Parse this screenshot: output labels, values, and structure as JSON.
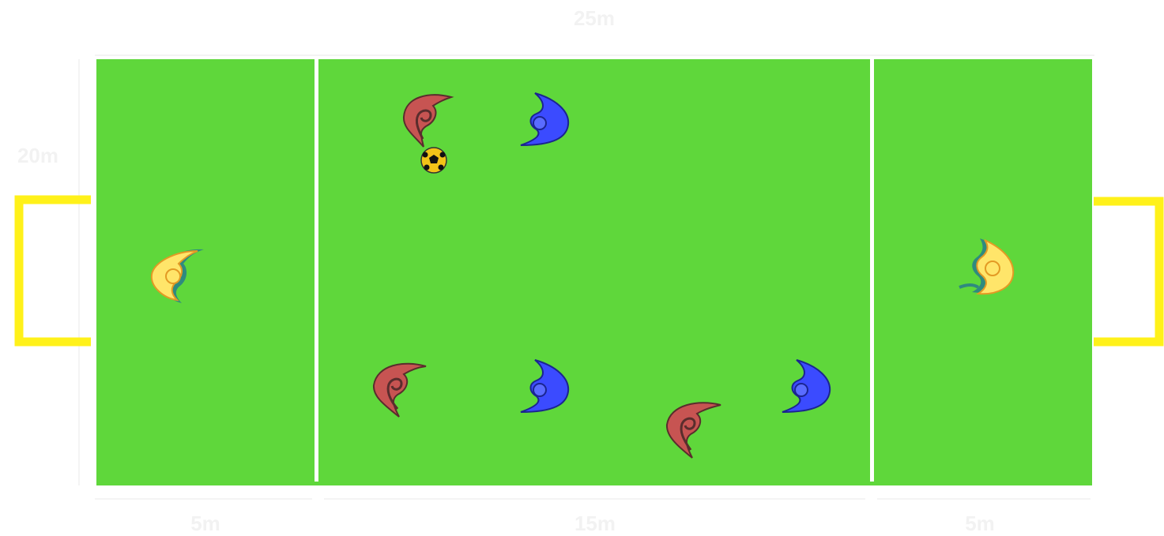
{
  "colors": {
    "pitch": "#5fd73b",
    "lines": "#ffffff",
    "goal": "#fff11a",
    "attacker_red": "#c75452",
    "defender_blue": "#3b4bff",
    "keeper_yellow": "#ffe56a",
    "dim_text": "#eeeeee"
  },
  "dimensions": {
    "total_length": "25m",
    "width": "20m",
    "end_zone_left": "5m",
    "middle_zone": "15m",
    "end_zone_right": "5m"
  },
  "players": [
    {
      "team": "red",
      "icon": "attacker-player-icon"
    },
    {
      "team": "blue",
      "icon": "defender-player-icon"
    },
    {
      "team": "red",
      "icon": "attacker-player-icon"
    },
    {
      "team": "blue",
      "icon": "defender-player-icon"
    },
    {
      "team": "red",
      "icon": "attacker-player-icon"
    },
    {
      "team": "blue",
      "icon": "defender-player-icon"
    },
    {
      "team": "yellow",
      "icon": "goalkeeper-icon"
    },
    {
      "team": "yellow",
      "icon": "goalkeeper-icon"
    }
  ],
  "ball": {
    "icon": "soccer-ball-icon"
  }
}
